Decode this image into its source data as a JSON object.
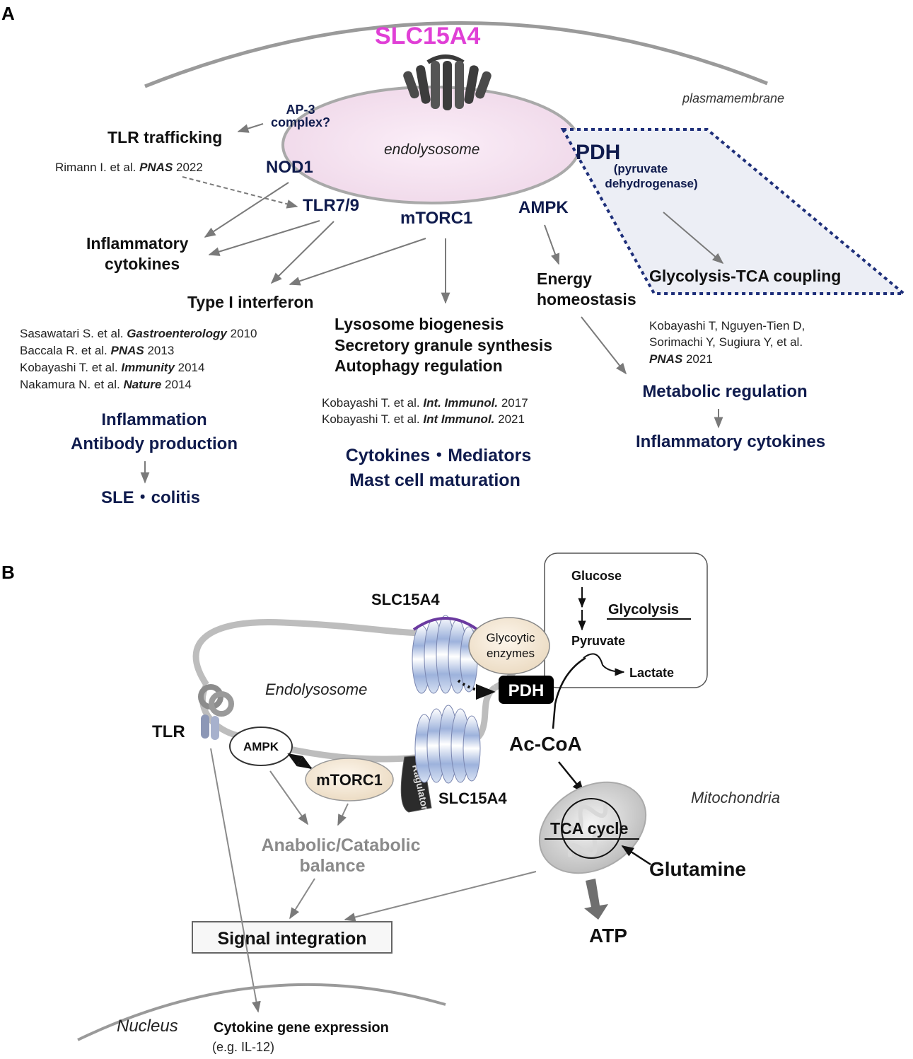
{
  "panel_a": {
    "letter": "A",
    "title": "SLC15A4",
    "plasma_membrane": "plasmamembrane",
    "endolysosome": "endolysosome",
    "ap3": [
      "AP-3",
      "complex?"
    ],
    "tlr_trafficking": "TLR trafficking",
    "nod1": "NOD1",
    "tlr79": "TLR7/9",
    "mtorc1": "mTORC1",
    "ampk": "AMPK",
    "pdh": "PDH",
    "pdh_sub": [
      "(pyruvate",
      "dehydrogenase)"
    ],
    "glycolysis_tca": "Glycolysis-TCA coupling",
    "inflammatory_cytokines": [
      "Inflammatory",
      "cytokines"
    ],
    "type1_ifn": "Type I interferon",
    "energy_homeostasis": [
      "Energy",
      "homeostasis"
    ],
    "lysosome_effects": [
      "Lysosome biogenesis",
      "Secretory granule synthesis",
      "Autophagy regulation"
    ],
    "ref_rimann": {
      "pre": "Rimann I. et al. ",
      "journal": "PNAS",
      "year": " 2022"
    },
    "refs_left": [
      {
        "pre": "Sasawatari S. et al. ",
        "journal": "Gastroenterology",
        "year": " 2010"
      },
      {
        "pre": "Baccala R. et al. ",
        "journal": "PNAS",
        "year": " 2013"
      },
      {
        "pre": "Kobayashi T. et al. ",
        "journal": "Immunity",
        "year": " 2014"
      },
      {
        "pre": "Nakamura N. et al. ",
        "journal": "Nature",
        "year": " 2014"
      }
    ],
    "refs_mid": [
      {
        "pre": "Kobayashi T. et al. ",
        "journal": "Int. Immunol.",
        "year": " 2017"
      },
      {
        "pre": "Kobayashi T. et al. ",
        "journal": "Int Immunol.",
        "year": " 2021"
      }
    ],
    "refs_right": [
      "Kobayashi T, Nguyen-Tien D,",
      "Sorimachi Y, Sugiura Y, et al."
    ],
    "refs_right_journal": {
      "journal": "PNAS",
      "year": " 2021"
    },
    "outcomes_left": [
      "Inflammation",
      "Antibody production"
    ],
    "disease": "SLE・colitis",
    "outcomes_mid": [
      "Cytokines・Mediators",
      "Mast cell maturation"
    ],
    "metabolic_regulation": "Metabolic regulation",
    "inflammatory_cytokines_right": "Inflammatory cytokines"
  },
  "panel_b": {
    "letter": "B",
    "slc15a4_top": "SLC15A4",
    "slc15a4_bottom": "SLC15A4",
    "glycolytic_enzymes": [
      "Glycoytic",
      "enzymes"
    ],
    "glucose": "Glucose",
    "glycolysis": "Glycolysis",
    "pyruvate": "Pyruvate",
    "lactate": "Lactate",
    "endolysosome": "Endolysosome",
    "pdh": "PDH",
    "tlr": "TLR",
    "ampk": "AMPK",
    "mtorc1": "mTORC1",
    "ragulator": "Ragulator",
    "acoa": "Ac-CoA",
    "mitochondria": "Mitochondria",
    "tca_cycle": "TCA cycle",
    "glutamine": "Glutamine",
    "atp": "ATP",
    "balance": [
      "Anabolic/Catabolic",
      "balance"
    ],
    "signal_integration": "Signal integration",
    "nucleus": "Nucleus",
    "cytokine_expression": "Cytokine gene expression",
    "il12": "(e.g. IL-12)"
  }
}
